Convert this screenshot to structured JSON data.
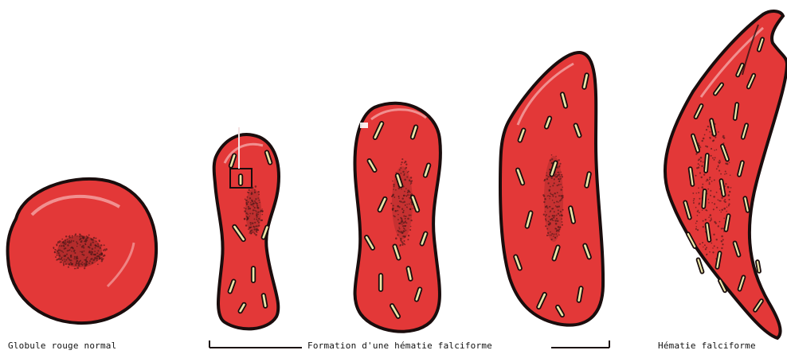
{
  "labels": {
    "normal_cell": "Globule rouge normal",
    "formation": "Formation d'une hématie falciforme",
    "sickle_cell": "Hématie falciforme"
  },
  "colors": {
    "cell_fill": "#e33838",
    "cell_outline": "#1a0d0d",
    "highlight": "#f7b7b7",
    "rod_fill": "#ece7a8",
    "dots": "#4a1717"
  }
}
